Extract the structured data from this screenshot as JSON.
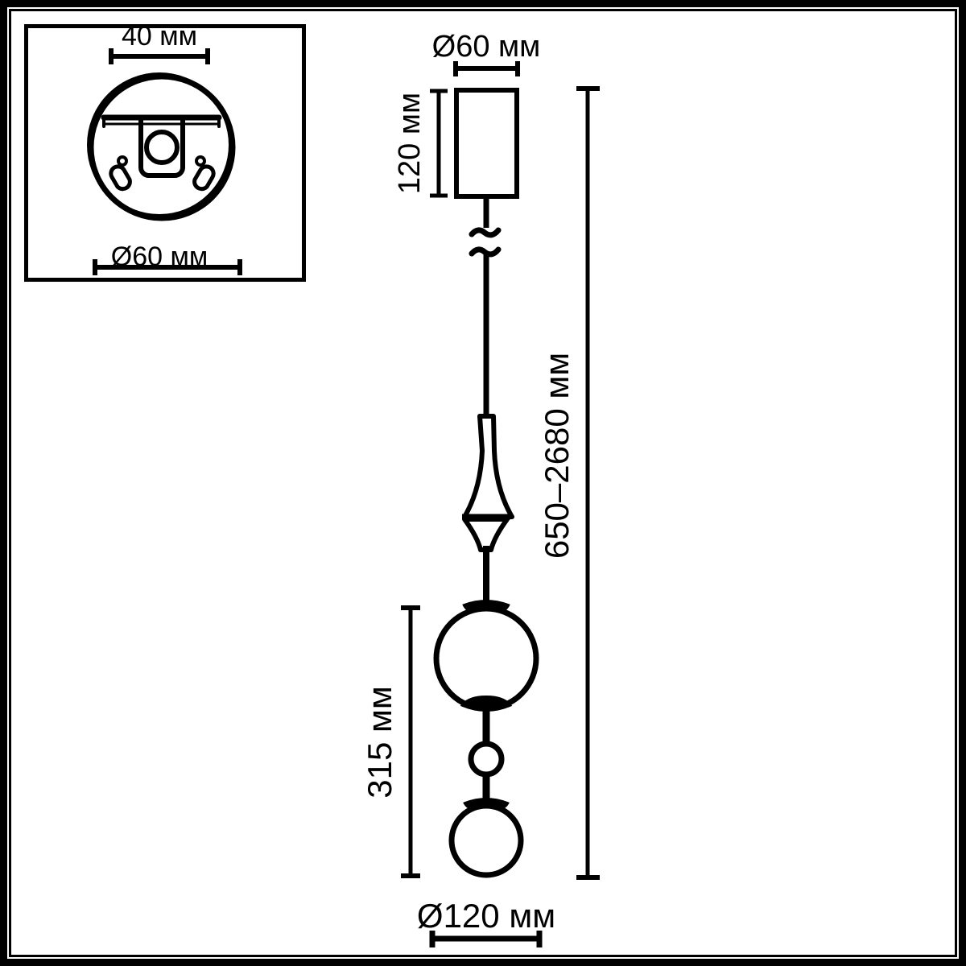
{
  "drawing": {
    "title": "Pendant lamp dimensional drawing",
    "units": "мм",
    "line_color": "#000000",
    "background_color": "#ffffff",
    "frame": {
      "outer_border_color": "#000000",
      "inner_rule_color": "#000000"
    }
  },
  "inset_detail": {
    "name": "ceiling-mount-top-view",
    "dimension_top": "40 мм",
    "dimension_bottom": "Ø60 мм"
  },
  "main_view": {
    "name": "pendant-lamp-front-view",
    "canopy_diameter": "Ø60 мм",
    "canopy_height": "120 мм",
    "suspension_range": "650–2680 мм",
    "fixture_height": "315 мм",
    "globe_diameter": "Ø120 мм"
  },
  "annotations": [
    {
      "id": "dim-40",
      "label": "40 мм",
      "orientation": "horizontal"
    },
    {
      "id": "dim-d60-inset",
      "label": "Ø60 мм",
      "orientation": "horizontal"
    },
    {
      "id": "dim-d60-top",
      "label": "Ø60 мм",
      "orientation": "horizontal"
    },
    {
      "id": "dim-120",
      "label": "120 мм",
      "orientation": "vertical"
    },
    {
      "id": "dim-650-2680",
      "label": "650–2680 мм",
      "orientation": "vertical"
    },
    {
      "id": "dim-315",
      "label": "315 мм",
      "orientation": "vertical"
    },
    {
      "id": "dim-d120",
      "label": "Ø120 мм",
      "orientation": "horizontal"
    }
  ]
}
